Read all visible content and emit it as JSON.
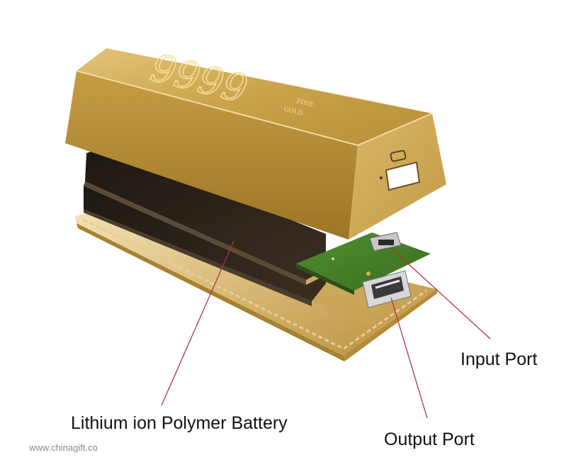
{
  "product": {
    "engraving_number": "9999",
    "engraving_fine": "FINE",
    "engraving_gold": "GOLD"
  },
  "labels": {
    "input_port": "Input Port",
    "battery": "Lithium ion Polymer Battery",
    "output_port": "Output Port"
  },
  "watermark": "www.chinagift.co",
  "colors": {
    "gold": "#c9a24a",
    "battery": "#262019",
    "pcb": "#4d8a2f",
    "leader_line": "#b3324a"
  }
}
